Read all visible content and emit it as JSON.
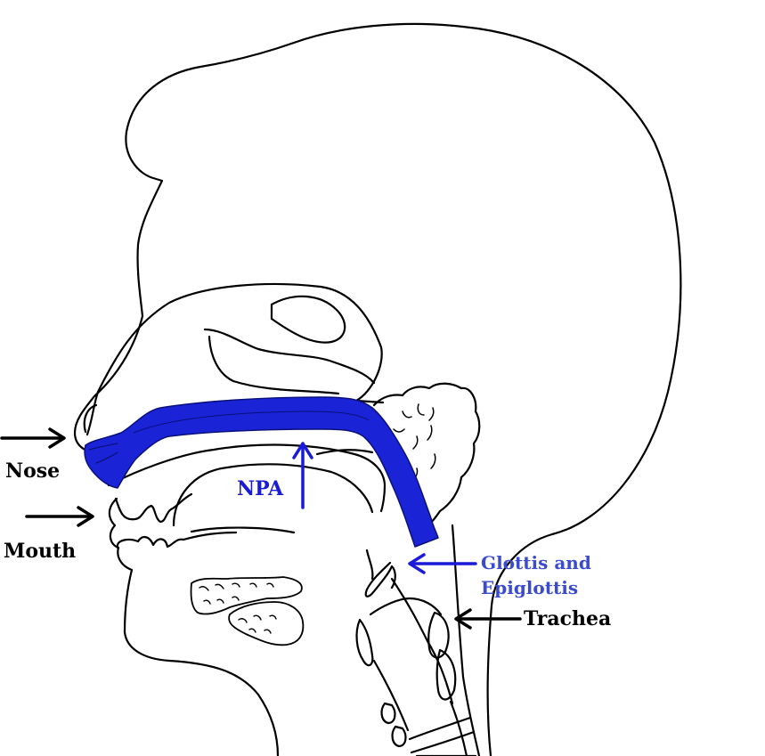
{
  "labels": {
    "nose": "Nose",
    "mouth": "Mouth",
    "npa": "NPA",
    "glottis_line1": "Glottis and",
    "glottis_line2": "Epiglottis",
    "trachea": "Trachea"
  },
  "colors": {
    "npa_fill": "#1a24d6",
    "arrow_blue": "#1a1ad8",
    "glottis_text": "#3b4bd0",
    "outline": "#000000",
    "label_black": "#000000"
  }
}
